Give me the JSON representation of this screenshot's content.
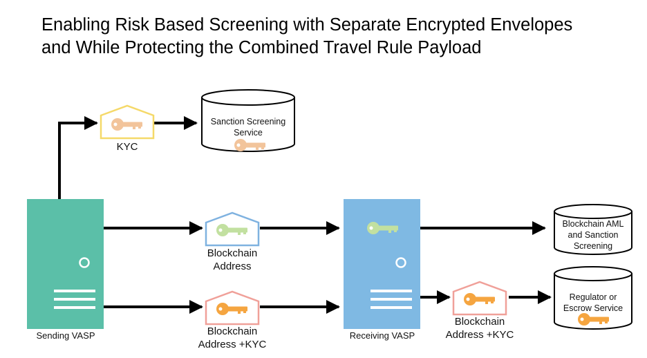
{
  "title": {
    "line1": "Enabling Risk Based Screening with Separate Encrypted Envelopes",
    "line2": "and While Protecting the Combined Travel Rule Payload"
  },
  "nodes": {
    "sending_vasp": {
      "label": "Sending VASP",
      "color": "#5bbfa8"
    },
    "receiving_vasp": {
      "label": "Receiving VASP",
      "color": "#7fb9e3"
    },
    "sanction_service": {
      "line1": "Sanction Screening",
      "line2": "Service"
    },
    "blockchain_aml": {
      "line1": "Blockchain AML",
      "line2": "and Sanction",
      "line3": "Screening"
    },
    "regulator": {
      "line1": "Regulator or",
      "line2": "Escrow Service"
    }
  },
  "envelopes": {
    "kyc": {
      "label": "KYC",
      "border_color": "#f5d969",
      "key_color": "#f2c49b"
    },
    "blockchain_address": {
      "line1": "Blockchain",
      "line2": "Address",
      "border_color": "#7fb2e0",
      "key_color": "#c2e0a0"
    },
    "address_kyc": {
      "line1": "Blockchain",
      "line2": "Address +KYC",
      "border_color": "#f0a099",
      "key_color": "#f5a540"
    },
    "address_kyc_out": {
      "line1": "Blockchain",
      "line2": "Address +KYC",
      "border_color": "#f0a099",
      "key_color": "#f5a540"
    }
  }
}
